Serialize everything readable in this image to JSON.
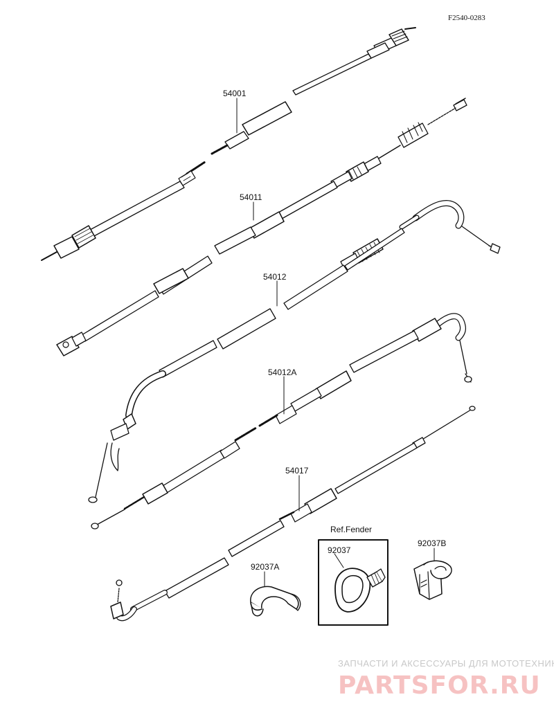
{
  "drawing_code": "F2540-0283",
  "part_labels": {
    "p54001": "54001",
    "p54011": "54011",
    "p54012": "54012",
    "p54012a": "54012A",
    "p54017": "54017",
    "p92037a": "92037A",
    "p92037": "92037",
    "p92037b": "92037B",
    "ref_fender": "Ref.Fender"
  },
  "watermark": {
    "tagline": "ЗАПЧАСТИ И АКСЕССУАРЫ ДЛЯ МОТОТЕХНИКИ",
    "logo": "PARTSFOR.RU"
  },
  "colors": {
    "ink": "#111111",
    "watermark_text": "#c8c8c8",
    "watermark_logo": "#f6c2c2"
  }
}
